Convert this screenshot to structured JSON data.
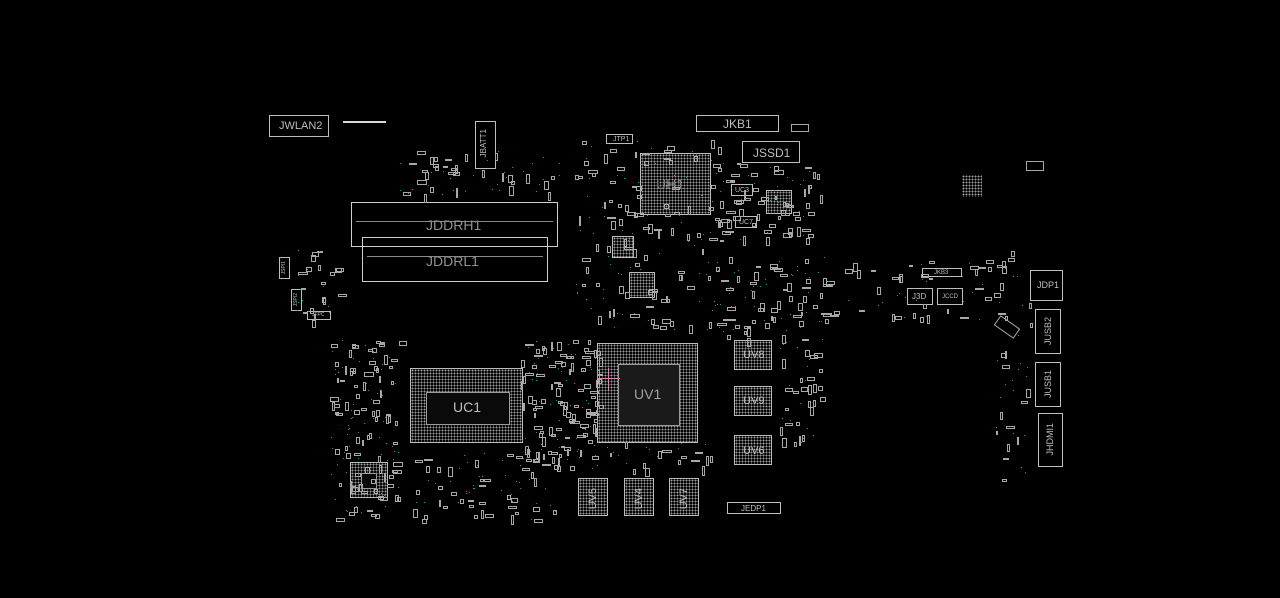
{
  "board": {
    "background": "#000000",
    "trace_color": "#bdbdbd",
    "via_color": "#1aa3a3"
  },
  "labels": {
    "jwlan2": "JWLAN2",
    "jbatt1": "JBATT1",
    "jddrh1": "JDDRH1",
    "jddrl1": "JDDRL1",
    "jtp1": "JTP1",
    "uh1": "UH1",
    "jkb1": "JKB1",
    "jssd1": "JSSD1",
    "uc3": "UC3",
    "uc7": "UC7",
    "uc1": "UC1",
    "uv1": "UV1",
    "uv8": "UV8",
    "uv9": "UV9",
    "uv6": "UV6",
    "uv5": "UV5",
    "uv4": "UV4",
    "uv7": "UV7",
    "jedp1": "JEDP1",
    "jkb3": "JKB3",
    "j3d": "J3D",
    "jcd": "JCCD",
    "jdp1": "JDP1",
    "jusb2": "JUSB2",
    "jusb1": "JUSB1",
    "jhdmi1": "JHDMI1",
    "jspi1": "JSPI1",
    "jspi2": "JSPI2",
    "jfpc": "JFPC"
  }
}
